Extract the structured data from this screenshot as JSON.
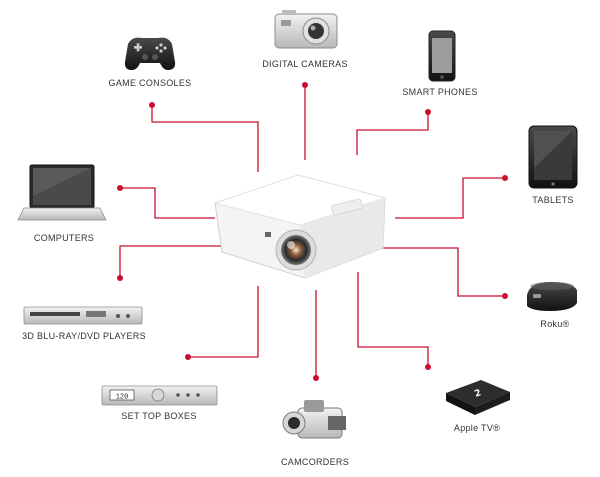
{
  "hub": {
    "name": "projector"
  },
  "colors": {
    "connector": "#c8102e",
    "dot": "#c8102e"
  },
  "devices": [
    {
      "id": "game-consoles",
      "label": "GAME CONSOLES",
      "icon": "gamepad-icon"
    },
    {
      "id": "digital-cameras",
      "label": "DIGITAL CAMERAS",
      "icon": "camera-icon"
    },
    {
      "id": "smart-phones",
      "label": "SMART PHONES",
      "icon": "smartphone-icon"
    },
    {
      "id": "tablets",
      "label": "TABLETS",
      "icon": "tablet-icon"
    },
    {
      "id": "computers",
      "label": "COMPUTERS",
      "icon": "laptop-icon"
    },
    {
      "id": "roku",
      "label": "Roku®",
      "icon": "roku-box-icon"
    },
    {
      "id": "bluray",
      "label": "3D BLU-RAY/DVD PLAYERS",
      "icon": "bluray-player-icon"
    },
    {
      "id": "set-top",
      "label": "SET TOP BOXES",
      "icon": "set-top-box-icon",
      "display": "120"
    },
    {
      "id": "apple-tv",
      "label": "Apple TV®",
      "icon": "apple-tv-icon"
    },
    {
      "id": "camcorders",
      "label": "CAMCORDERS",
      "icon": "camcorder-icon"
    }
  ]
}
